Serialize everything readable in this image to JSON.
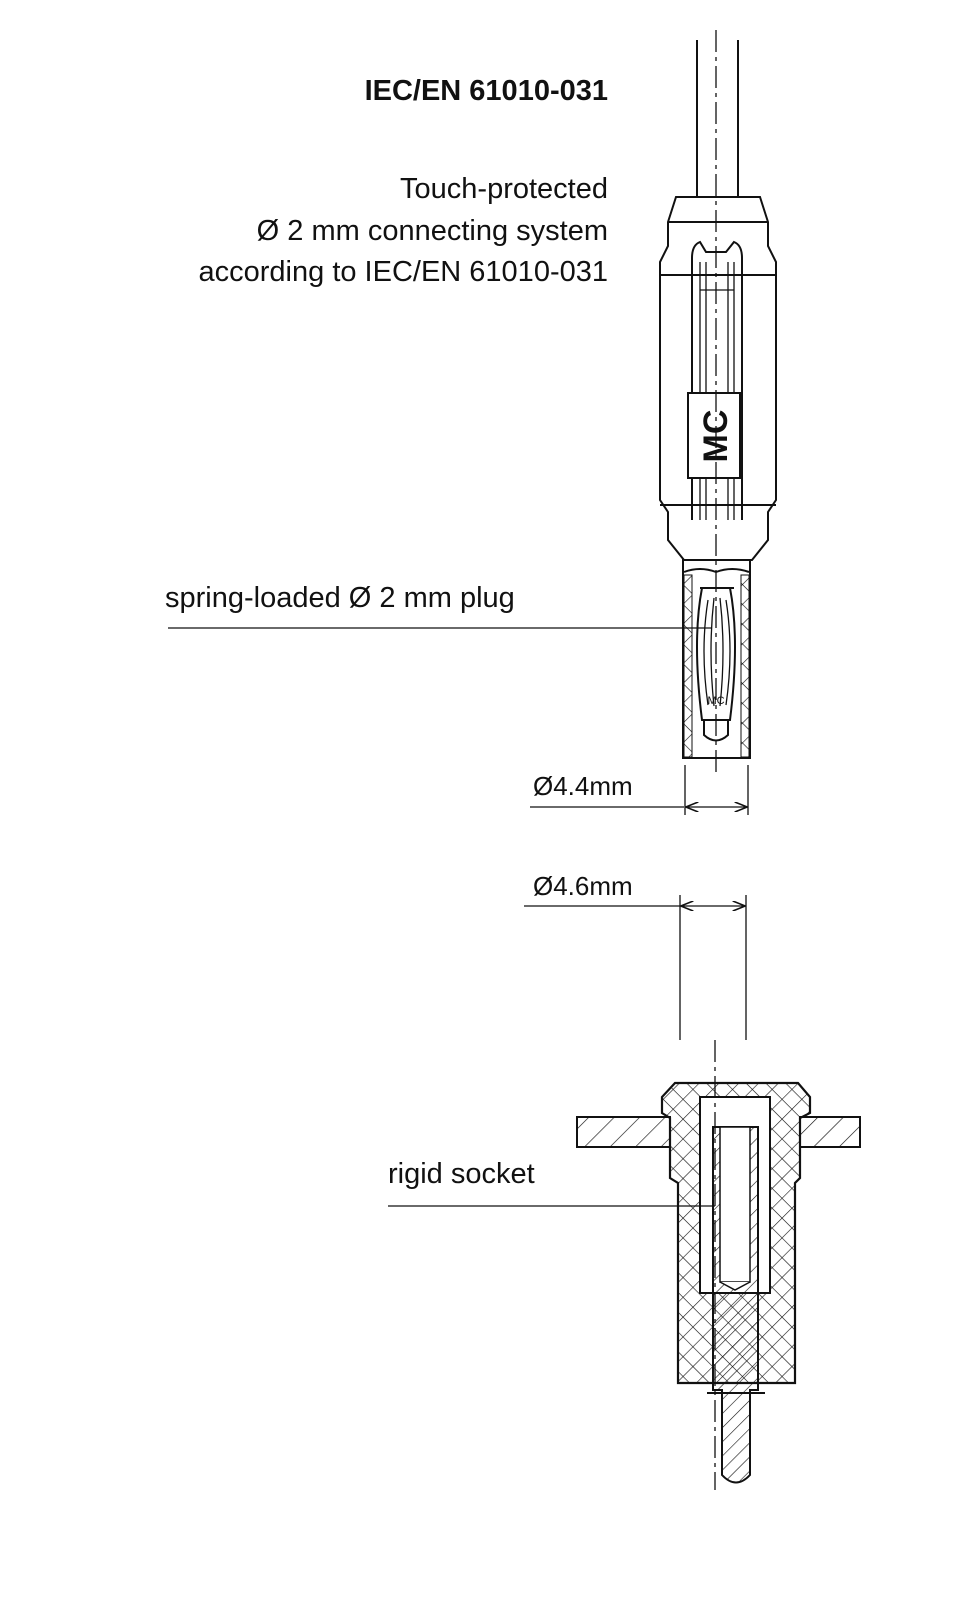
{
  "standard_title": "IEC/EN 61010-031",
  "description_lines": [
    "Touch-protected",
    "Ø 2 mm connecting system",
    "according to IEC/EN 61010-031"
  ],
  "labels": {
    "plug": "spring-loaded Ø 2 mm plug",
    "plug_diameter": "Ø4.4mm",
    "socket_diameter": "Ø4.6mm",
    "socket": "rigid socket"
  },
  "brand_marks": {
    "plug_body": "MC",
    "plug_tip": "MC"
  }
}
